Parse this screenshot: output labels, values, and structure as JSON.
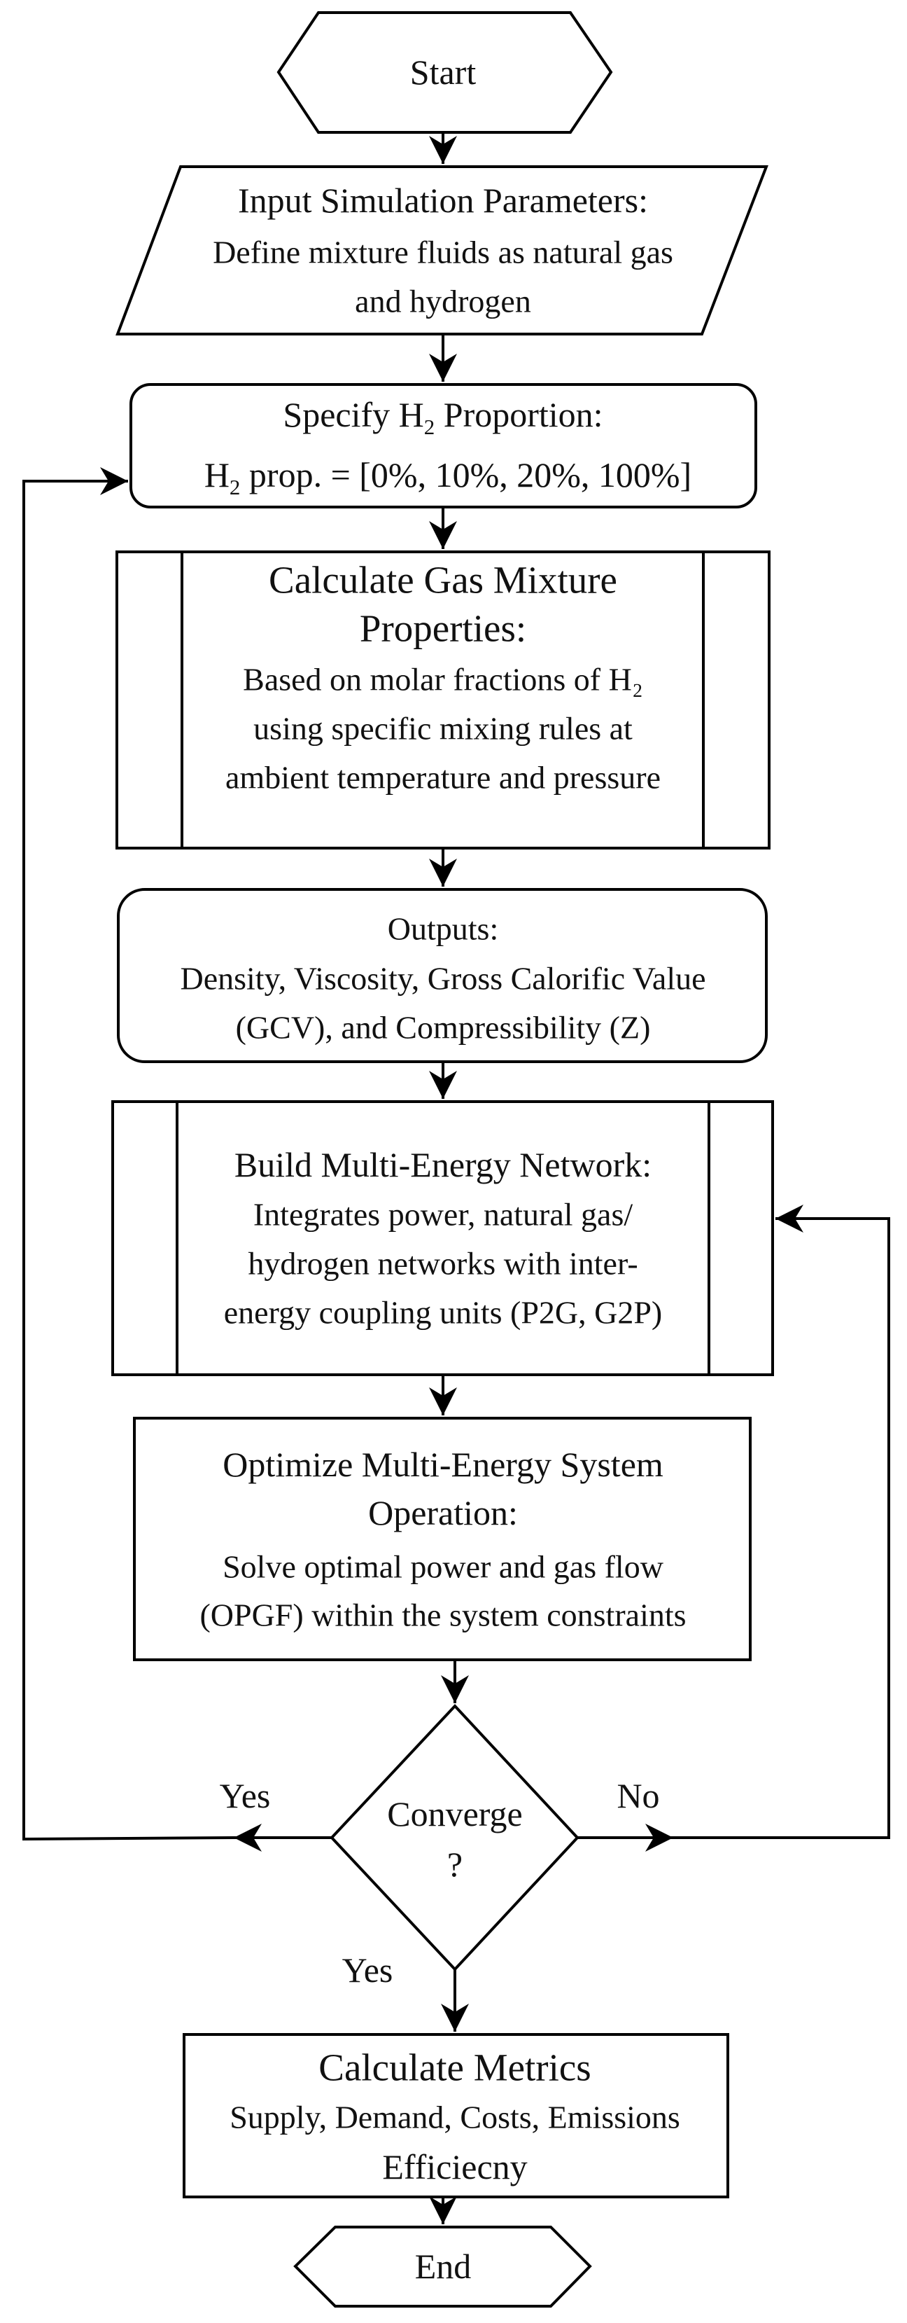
{
  "diagram": {
    "start": {
      "label": "Start"
    },
    "input": {
      "title": "Input Simulation Parameters:",
      "line1": "Define mixture fluids as natural gas",
      "line2": "and hydrogen"
    },
    "h2_proportion": {
      "title_pre": "Specify H",
      "title_sub": "2",
      "title_post": " Proportion:",
      "value_pre": "H",
      "value_sub": "2",
      "value_post": " prop. = [0%, 10%,  20%, 100%]"
    },
    "mixture": {
      "line1": "Calculate Gas Mixture",
      "line2": "Properties:",
      "line3": "Based on molar fractions of H₂",
      "line4": "using specific mixing rules at",
      "line5": "ambient temperature and pressure"
    },
    "outputs": {
      "title": "Outputs:",
      "line1": "Density, Viscosity, Gross Calorific Value",
      "line2": "(GCV), and Compressibility (Z)"
    },
    "network": {
      "title": "Build Multi-Energy Network:",
      "line1": "Integrates power, natural gas/",
      "line2": "hydrogen networks with inter-",
      "line3": "energy coupling units (P2G, G2P)"
    },
    "optimize": {
      "line1": "Optimize Multi-Energy System",
      "line2": "Operation:",
      "line3": "Solve optimal power and gas flow",
      "line4": "(OPGF) within the system constraints"
    },
    "decision": {
      "line1": "Converge",
      "line2": "?",
      "yes_left": "Yes",
      "no_right": "No",
      "yes_down": "Yes"
    },
    "metrics": {
      "title": "Calculate Metrics",
      "line1": "Supply, Demand, Costs, Emissions",
      "line2": "Efficiecny"
    },
    "end": {
      "label": "End"
    }
  },
  "colors": {
    "stroke": "#000000",
    "text": "#111111",
    "background": "#ffffff"
  }
}
